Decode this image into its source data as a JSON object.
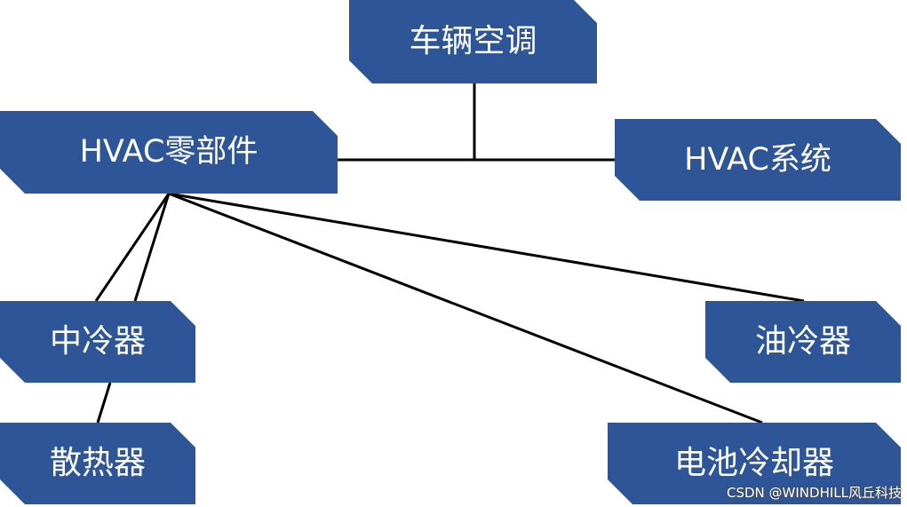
{
  "colors": {
    "node_fill": "#2e5597",
    "text": "#ffffff",
    "line": "#000000"
  },
  "nodes": {
    "vehicle_ac": "车辆空调",
    "hvac_parts": "HVAC零部件",
    "hvac_system": "HVAC系统",
    "intercooler": "中冷器",
    "radiator": "散热器",
    "oil_cooler": "油冷器",
    "battery_chiller": "电池冷却器"
  },
  "watermark": "CSDN @WINDHILL风丘科技"
}
